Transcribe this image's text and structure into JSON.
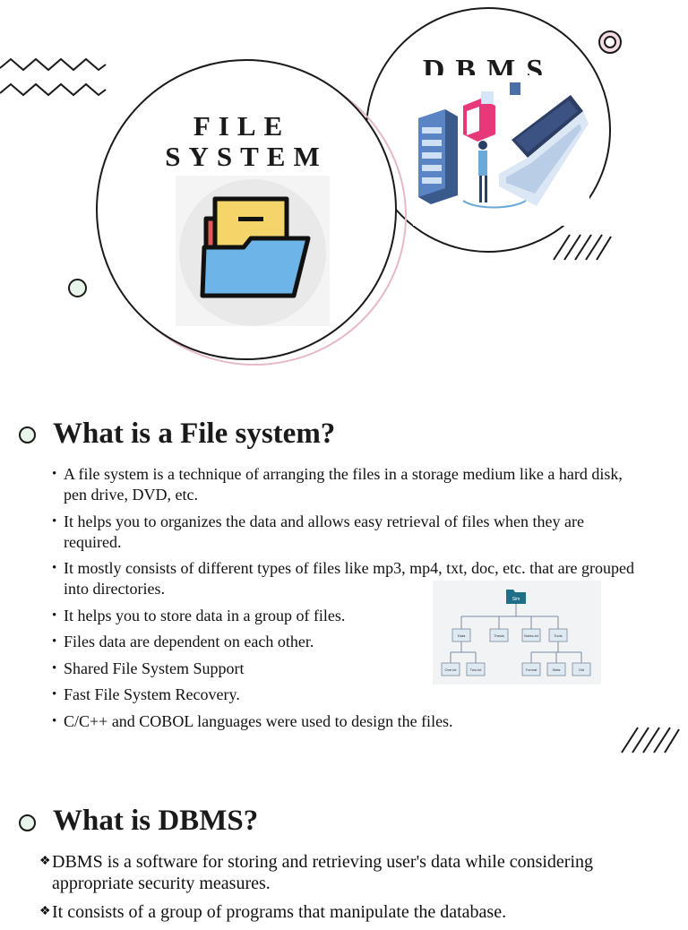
{
  "hero": {
    "file_system_title_line1": "FILE",
    "file_system_title_line2": "SYSTEM",
    "dbms_title": "DBMS",
    "folder_icon": "folder-open-icon",
    "dbms_icon": "server-laptop-illustration-icon"
  },
  "file_system": {
    "heading": "What is a File system?",
    "bullets": [
      "A file system is a technique of arranging the files in a storage medium like a hard disk, pen drive, DVD, etc.",
      "It helps you to organizes the data and allows easy retrieval of files when they are required.",
      "It mostly consists of different types of files like mp3, mp4, txt, doc, etc. that are grouped into directories.",
      "It helps you to store data in a group of files.",
      "Files data are dependent on each other.",
      "Shared File System Support",
      "Fast File System Recovery.",
      "C/C++ and COBOL languages were used to design the files."
    ],
    "diagram": {
      "root": "Sim",
      "level1": [
        "Data",
        "Thesis",
        "Notes.txt",
        "Tools"
      ],
      "level2_left": [
        "One.txt",
        "Two.txt"
      ],
      "level2_right": [
        "Format",
        "Stats",
        "Old"
      ]
    }
  },
  "dbms": {
    "heading": "What is DBMS?",
    "bullets": [
      "DBMS is a software for storing and retrieving user's data while considering appropriate security measures.",
      "It consists of a group of programs that manipulate the database."
    ]
  },
  "colors": {
    "accent_green": "#e8f5ea",
    "pink": "#e6b8c8",
    "folder_yellow": "#f5d56a",
    "folder_blue": "#6db5e8",
    "folder_red": "#e05a5a"
  }
}
